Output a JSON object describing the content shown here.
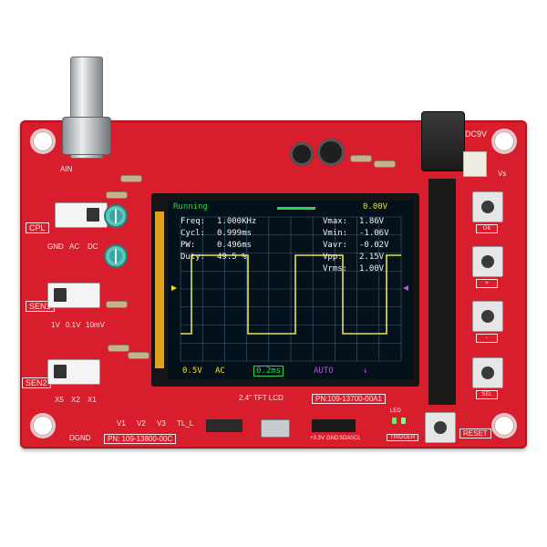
{
  "board": {
    "part_number": "PN: 109-13800-00C",
    "lcd_label": "2.4\" TFT LCD",
    "lcd_part_number": "PN:109-13700-00A1",
    "power_label": "DC9V",
    "connector_label": "Vs",
    "bnc_label": "AIN",
    "cpl_label": "CPL",
    "cpl_options": [
      "GND",
      "AC",
      "DC"
    ],
    "sen1_label": "SEN1",
    "sen1_options": [
      "1V",
      "0.1V",
      "10mV"
    ],
    "sen2_label": "SEN2",
    "sen2_options": [
      "X5",
      "X2",
      "X1"
    ],
    "gnd_label": "DGND",
    "test_points": [
      "V1",
      "V2",
      "V3",
      "TL_L"
    ],
    "trigger_label": "TRIGGER",
    "reset_label": "RESET",
    "buttons": [
      "OK",
      "+",
      "-",
      "SEL"
    ],
    "led_label": "LED",
    "pin_labels": [
      "+3.3V",
      "GND",
      "SDA",
      "SCL"
    ]
  },
  "lcd": {
    "status": "Running",
    "offset": "0.00V",
    "rows_left": [
      {
        "label": "Freq:",
        "value": "1.000KHz"
      },
      {
        "label": "Cycl:",
        "value": "0.999ms"
      },
      {
        "label": "PW:",
        "value": "0.496ms"
      },
      {
        "label": "Duty:",
        "value": "49.5 %"
      }
    ],
    "rows_right": [
      {
        "label": "Vmax:",
        "value": "1.86V"
      },
      {
        "label": "Vmin:",
        "value": "-1.06V"
      },
      {
        "label": "Vavr:",
        "value": "-0.02V"
      },
      {
        "label": "Vpp:",
        "value": "2.15V"
      },
      {
        "label": "Vrms:",
        "value": "1.00V"
      }
    ],
    "volts_div": "0.5V",
    "coupling": "AC",
    "time_div": "0.2ms",
    "trigger_mode": "AUTO",
    "trigger_edge": "↓",
    "colors": {
      "status": "#30d050",
      "offset": "#f0e020",
      "measure": "#f2f2f2",
      "waveform": "#e6e63a",
      "grid": "#3d5f7a",
      "volts": "#f0e020",
      "time": "#30d050",
      "trigger": "#c050e0"
    }
  }
}
